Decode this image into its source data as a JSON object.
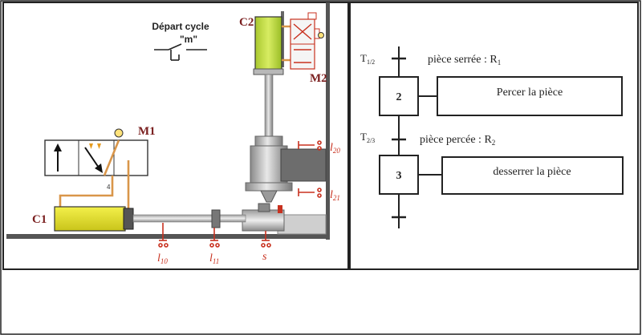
{
  "machine": {
    "start_label": "Départ cycle",
    "start_key": "\"m\"",
    "cylinder_c2": "C2",
    "motor_m2": "M2",
    "valve_m1": "M1",
    "cylinder_c1": "C1",
    "valve_port": "4",
    "sensor_l20": "l",
    "sensor_l20_sub": "20",
    "sensor_l21": "l",
    "sensor_l21_sub": "21",
    "sensor_l10": "l",
    "sensor_l10_sub": "10",
    "sensor_l11": "l",
    "sensor_l11_sub": "11",
    "sensor_s": "s"
  },
  "grafcet": {
    "t12_label": "T",
    "t12_sub": "1/2",
    "t12_condition": "pièce serrée : R",
    "t12_condition_sub": "1",
    "step2_number": "2",
    "step2_action": "Percer la pièce",
    "t23_label": "T",
    "t23_sub": "2/3",
    "t23_condition": "pièce percée : R",
    "t23_condition_sub": "2",
    "step3_number": "3",
    "step3_action": "desserrer la pièce"
  },
  "colors": {
    "cylinder_yellow": "#e6e32a",
    "tube_orange": "#d9964a",
    "sensor_red": "#c8311f",
    "label_brown": "#7a1f1f"
  }
}
